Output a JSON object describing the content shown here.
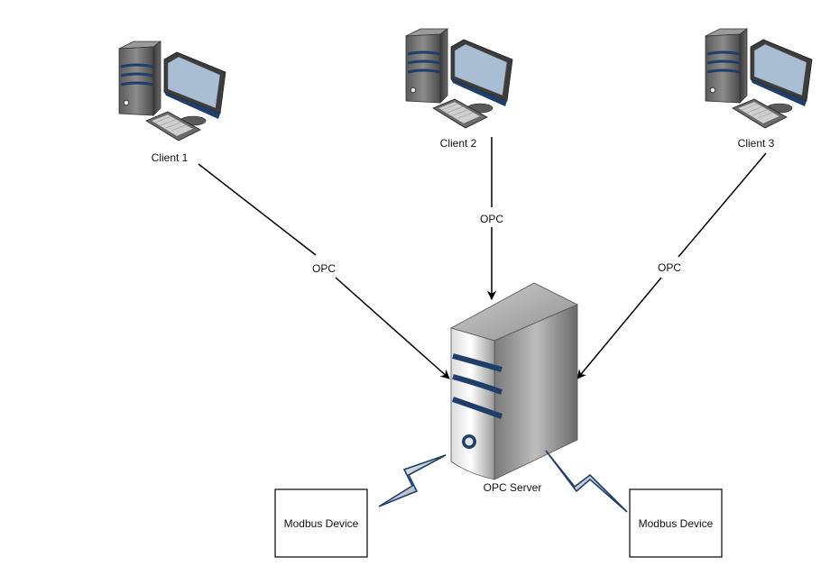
{
  "clients": [
    {
      "label": "Client 1"
    },
    {
      "label": "Client 2"
    },
    {
      "label": "Client 3"
    }
  ],
  "connections": [
    {
      "label": "OPC"
    },
    {
      "label": "OPC"
    },
    {
      "label": "OPC"
    }
  ],
  "server": {
    "label": "OPC Server"
  },
  "devices": [
    {
      "label": "Modbus Device"
    },
    {
      "label": "Modbus Device"
    }
  ],
  "colors": {
    "stripe": "#1f3f6a",
    "screen": "#a9bdd3",
    "line": "#000000"
  }
}
